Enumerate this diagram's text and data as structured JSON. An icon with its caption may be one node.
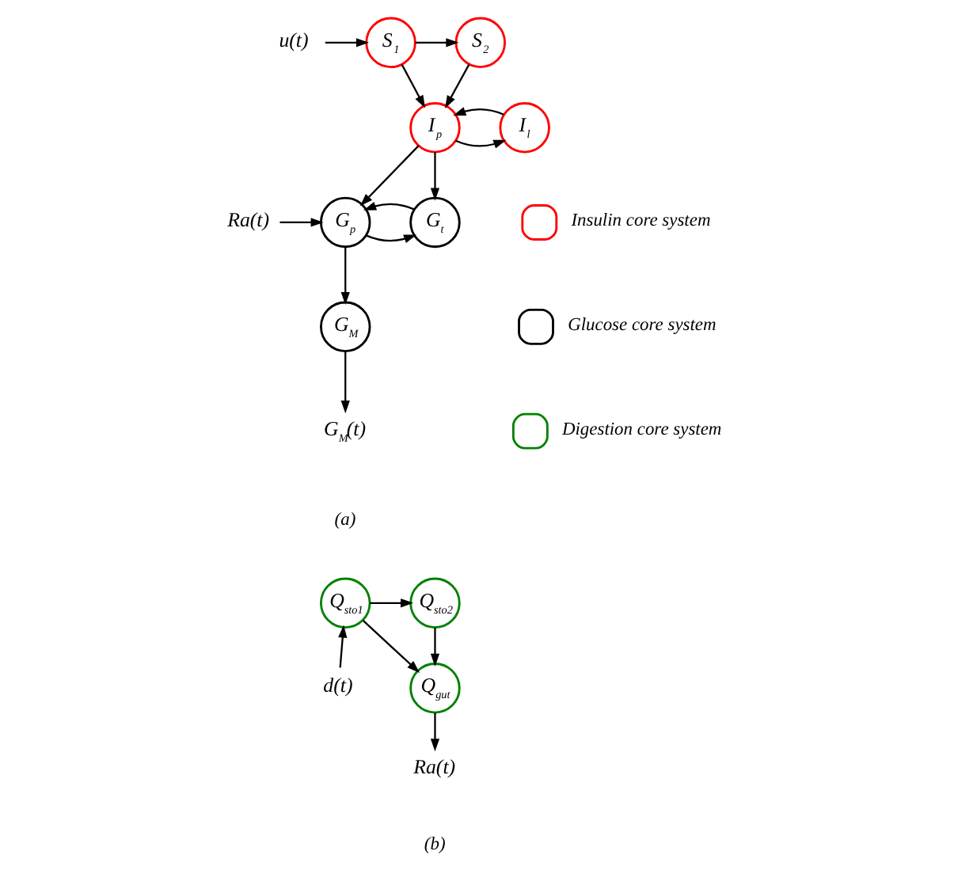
{
  "diagram": {
    "nodes": [
      {
        "text": [
          "u(t)"
        ]
      },
      {
        "text": [
          "S$_{1}$"
        ]
      },
      {
        "text": [
          "S$_{2}$"
        ]
      },
      {
        "text": [
          "I$_{p}$"
        ]
      },
      {
        "text": [
          "I$_{l}$"
        ]
      },
      {
        "text": [
          "Ra(t)"
        ]
      },
      {
        "text": [
          "G$_{p}$"
        ]
      },
      {
        "text": [
          "G$_{t}$"
        ]
      },
      {
        "text": [
          "G$_{M}$"
        ]
      },
      {
        "text": [
          "G$_{M}$(t)"
        ]
      },
      {
        "text": [
          "Q$_{sto1}$"
        ]
      },
      {
        "text": [
          "Q$_{sto2}$"
        ]
      },
      {
        "text": [
          "d(t)"
        ]
      },
      {
        "text": [
          "Q$_{gut}$"
        ]
      },
      {
        "text": [
          "Ra(t)"
        ]
      }
    ],
    "edges": [
      {
        "from": 0,
        "to": 1,
        "arrow": "to"
      },
      {
        "from": 1,
        "to": 2,
        "arrow": "to"
      },
      {
        "from": 1,
        "to": 3,
        "arrow": "to"
      },
      {
        "from": 2,
        "to": 3,
        "arrow": "to"
      },
      {
        "from": 3,
        "to": 4,
        "arrow": "to"
      },
      {
        "from": 4,
        "to": 3,
        "arrow": "to"
      },
      {
        "from": 3,
        "to": 6,
        "arrow": "to"
      },
      {
        "from": 3,
        "to": 7,
        "arrow": "to"
      },
      {
        "from": 5,
        "to": 6,
        "arrow": "to"
      },
      {
        "from": 6,
        "to": 7,
        "arrow": "to"
      },
      {
        "from": 7,
        "to": 6,
        "arrow": "to"
      },
      {
        "from": 6,
        "to": 8,
        "arrow": "to"
      },
      {
        "from": 8,
        "to": 9,
        "arrow": "to"
      },
      {
        "from": 10,
        "to": 11,
        "arrow": "to"
      },
      {
        "from": 10,
        "to": 13,
        "arrow": "to"
      },
      {
        "from": 11,
        "to": 13,
        "arrow": "to"
      },
      {
        "from": 12,
        "to": 10,
        "arrow": "to"
      },
      {
        "from": 13,
        "to": 14,
        "arrow": "to"
      }
    ],
    "labels": [
      "(a)",
      "(b)"
    ],
    "legend": [
      {
        "text": "Insulin core system",
        "color": "#ff0000"
      },
      {
        "text": "Glucose core system",
        "color": "#000000"
      },
      {
        "text": "Digestion core system",
        "color": "#008000"
      }
    ]
  }
}
